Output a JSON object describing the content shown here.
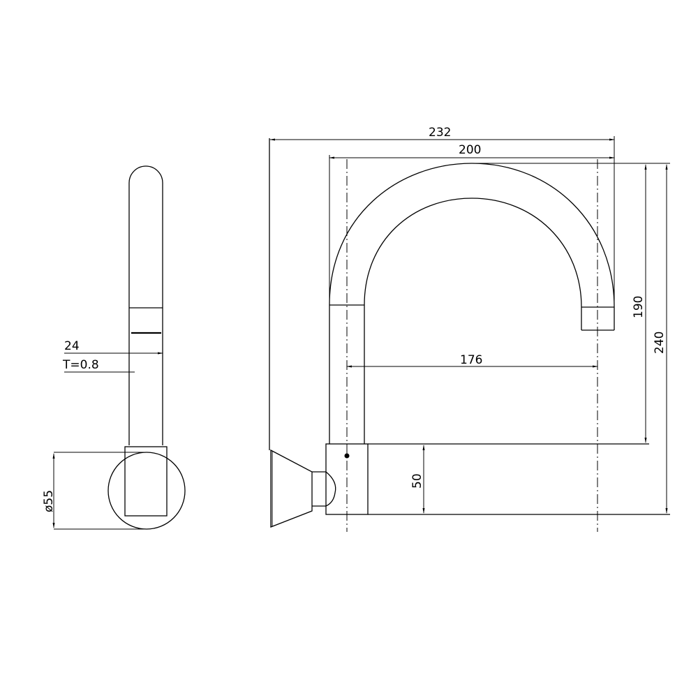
{
  "drawing": {
    "title": "Wall-mounted swivel spout faucet technical drawing",
    "side_view": {
      "dimensions": {
        "pipe_diameter": "24",
        "wall_thickness": "T=0.8",
        "flange_diameter": "ø55"
      }
    },
    "front_view": {
      "dimensions": {
        "total_reach": "232",
        "spout_width": "200",
        "center_distance": "176",
        "spout_height": "190",
        "total_height": "240",
        "body_height": "50"
      }
    }
  }
}
